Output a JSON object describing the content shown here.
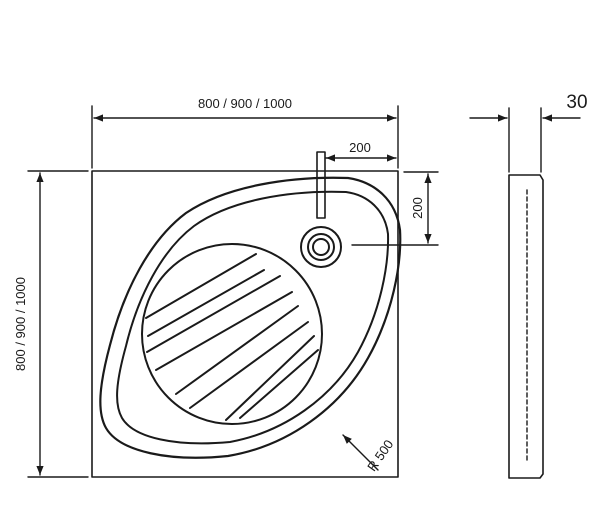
{
  "labels": {
    "overall_width": "800 / 900 / 1000",
    "overall_depth": "800 / 900 / 1000",
    "drain_offset_x": "200",
    "drain_offset_y": "200",
    "radius": "R 500",
    "height": "30"
  },
  "colors": {
    "line": "#1a1a1a",
    "background": "#ffffff"
  }
}
